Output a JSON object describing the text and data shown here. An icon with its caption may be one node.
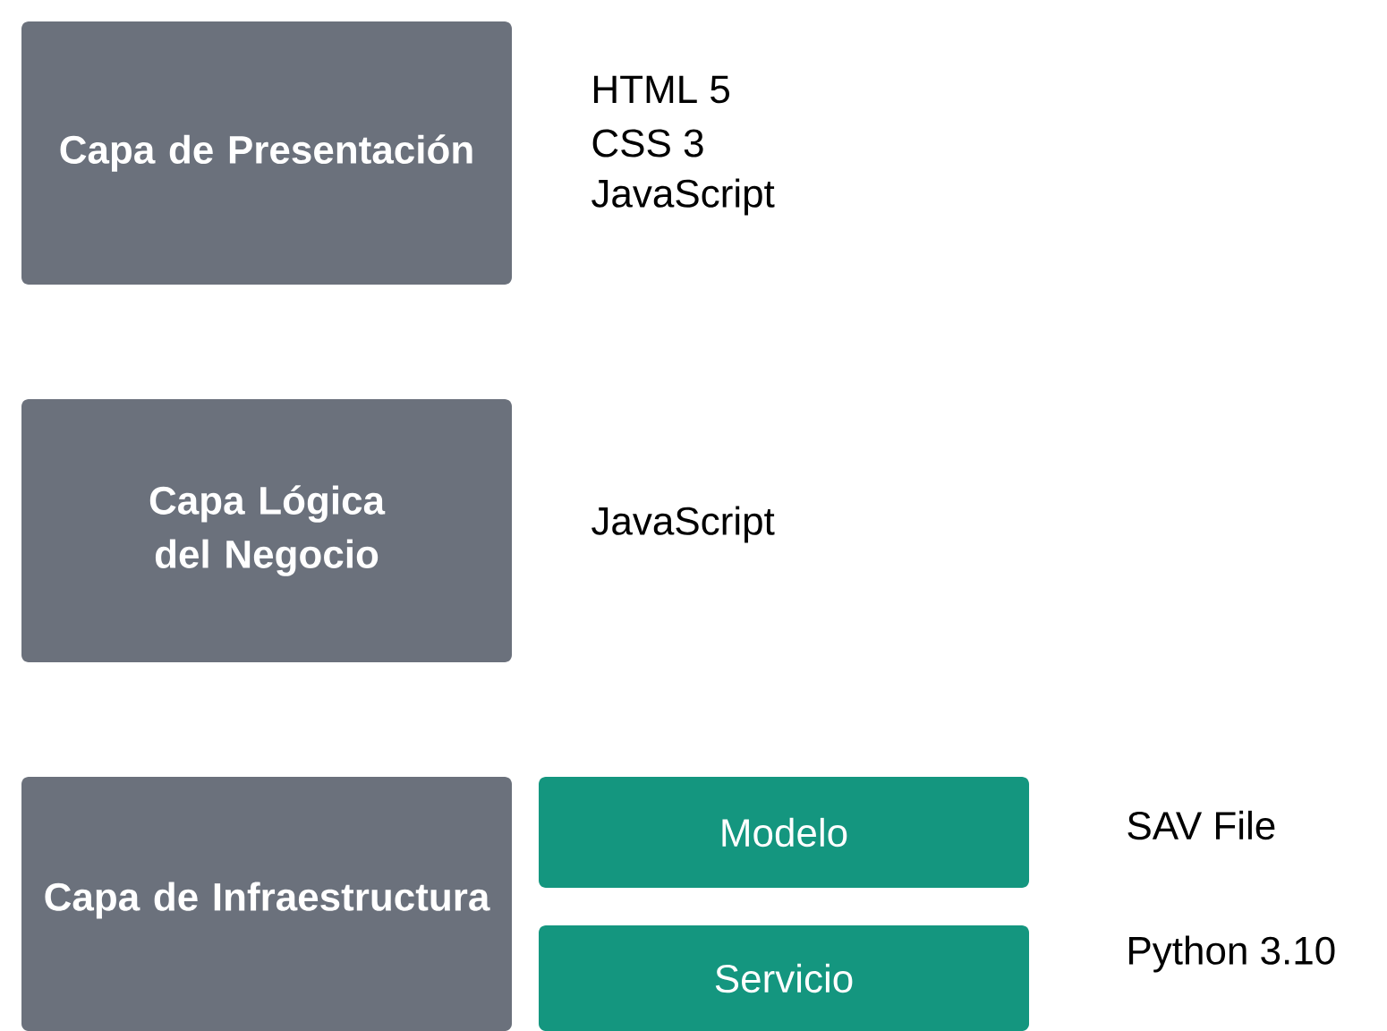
{
  "diagram": {
    "nodes": [
      {
        "text": [
          "Capa de Presentación"
        ],
        "beside": [
          "HTML 5",
          "CSS 3",
          "JavaScript"
        ]
      },
      {
        "text": [
          "Capa Lógica del Negocio"
        ],
        "beside": [
          "JavaScript"
        ]
      },
      {
        "text": [
          "Capa de Infraestructura"
        ]
      },
      {
        "text": [
          "Modelo"
        ],
        "beside": [
          "SAV File"
        ]
      },
      {
        "text": [
          "Servicio"
        ],
        "beside": [
          "Python 3.10"
        ]
      }
    ]
  }
}
